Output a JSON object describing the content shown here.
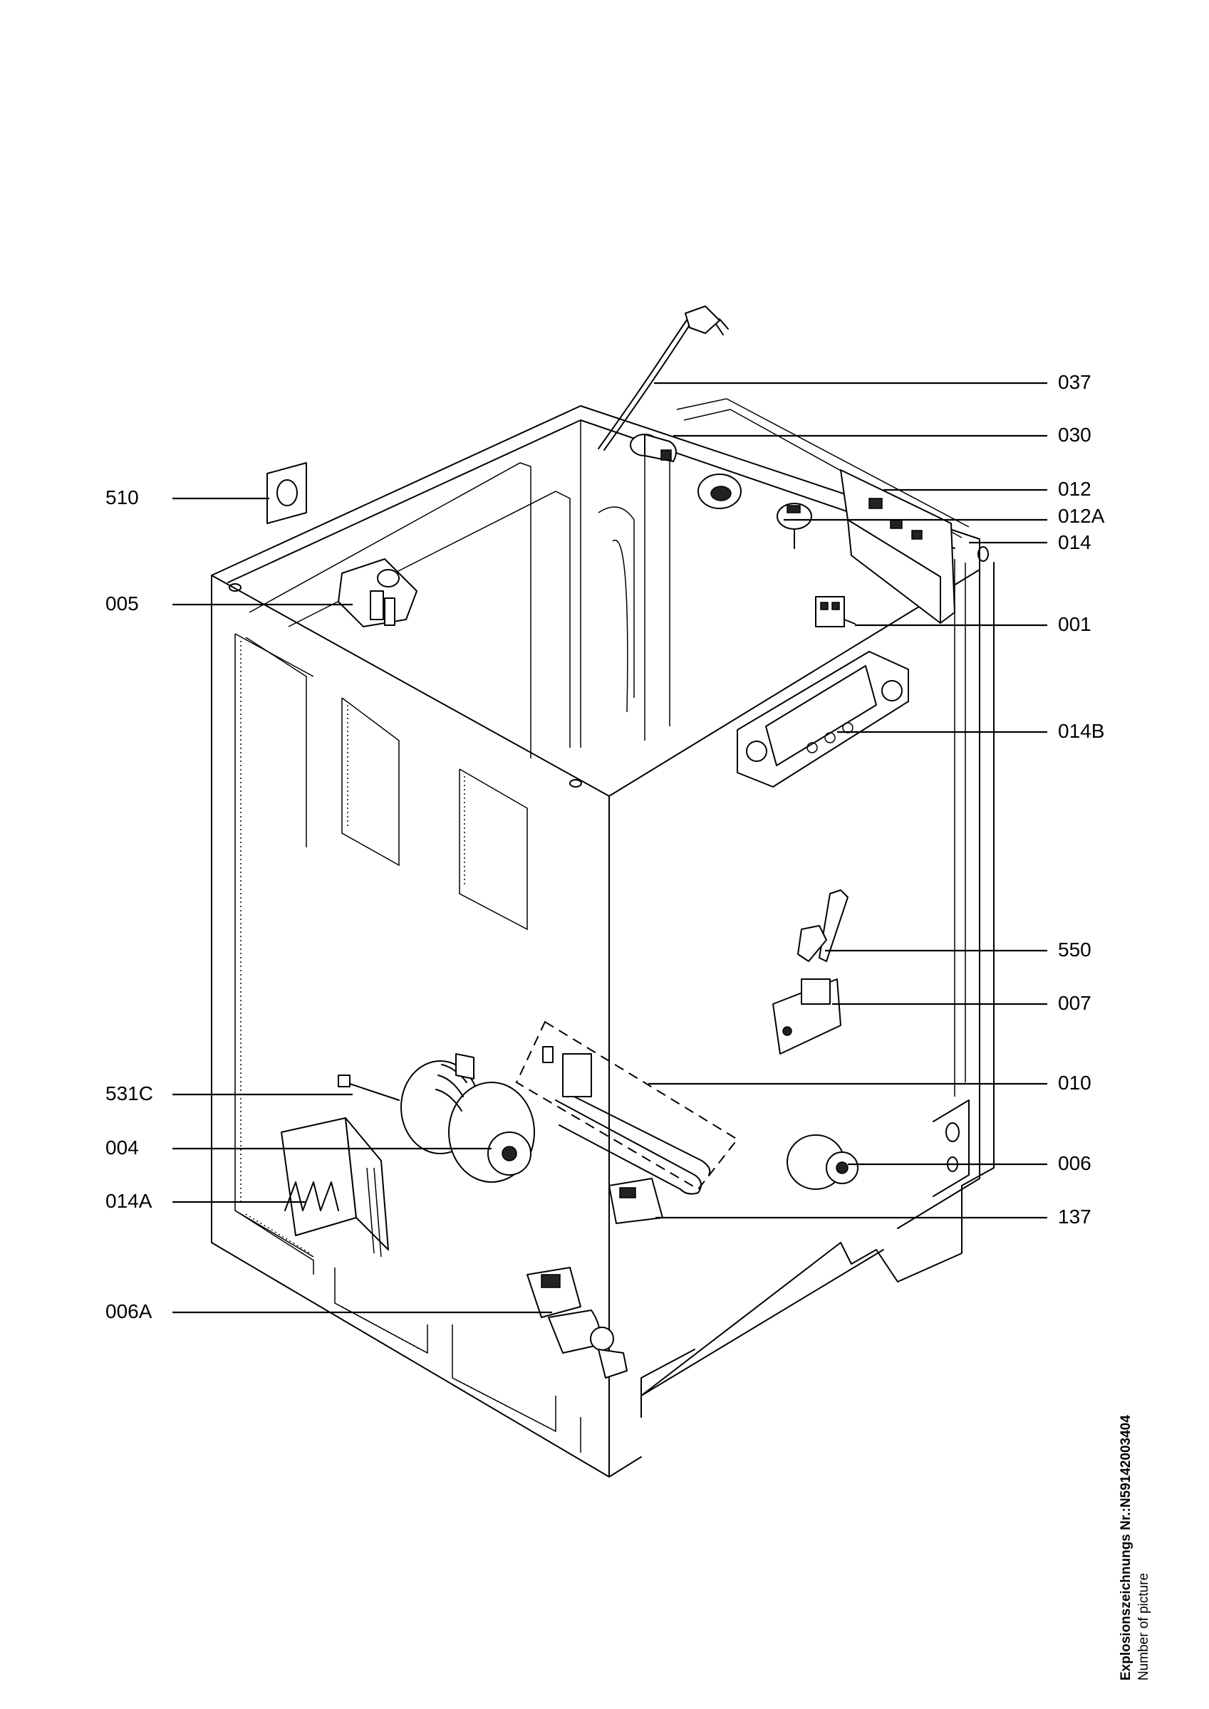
{
  "callouts": [
    {
      "id": "037",
      "label": "037"
    },
    {
      "id": "030",
      "label": "030"
    },
    {
      "id": "012",
      "label": "012"
    },
    {
      "id": "012A",
      "label": "012A"
    },
    {
      "id": "014",
      "label": "014"
    },
    {
      "id": "001",
      "label": "001"
    },
    {
      "id": "014B",
      "label": "014B"
    },
    {
      "id": "550",
      "label": "550"
    },
    {
      "id": "007",
      "label": "007"
    },
    {
      "id": "010",
      "label": "010"
    },
    {
      "id": "006",
      "label": "006"
    },
    {
      "id": "137",
      "label": "137"
    },
    {
      "id": "510",
      "label": "510"
    },
    {
      "id": "005",
      "label": "005"
    },
    {
      "id": "531C",
      "label": "531C"
    },
    {
      "id": "004",
      "label": "004"
    },
    {
      "id": "014A",
      "label": "014A"
    },
    {
      "id": "006A",
      "label": "006A"
    }
  ],
  "sidenote": {
    "line1": "Explosionszeichnungs Nr.:N5914200340​4",
    "line2": "Number of picture"
  }
}
